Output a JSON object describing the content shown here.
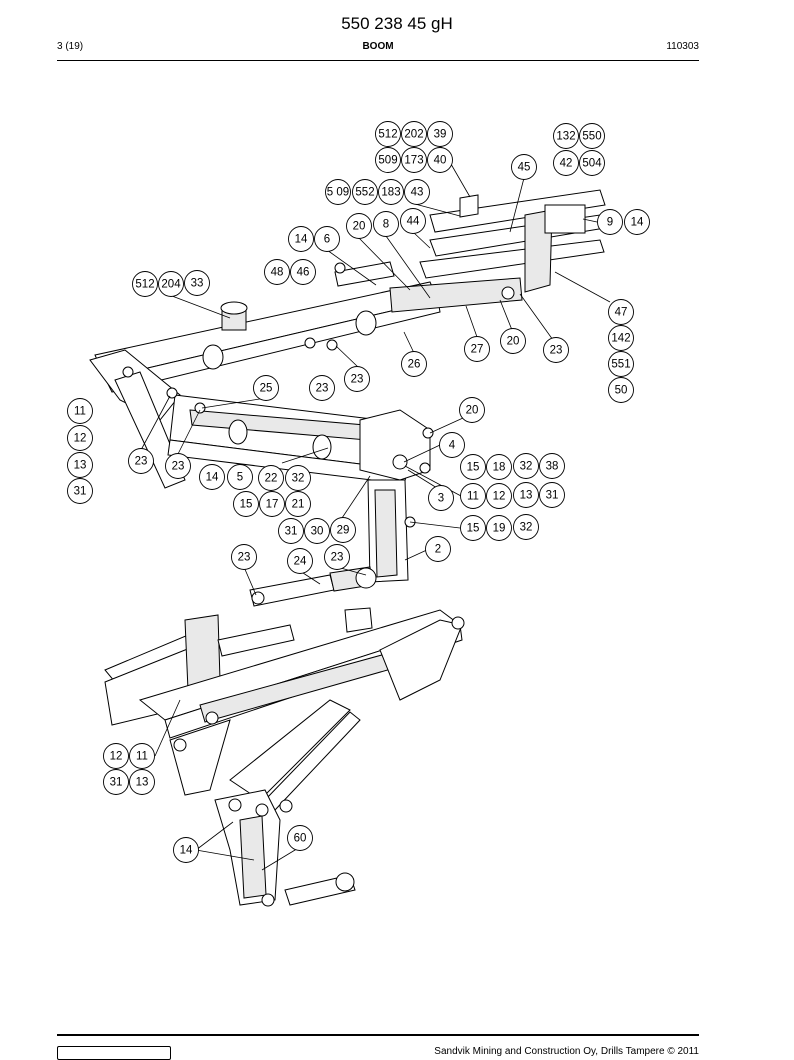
{
  "header": {
    "title": "550 238 45 gH",
    "page": "3 (19)",
    "section": "BOOM",
    "date_code": "110303"
  },
  "footer": {
    "copyright": "Sandvik Mining and Construction Oy, Drills Tampere © 2011"
  },
  "callouts": [
    "512",
    "202",
    "39",
    "132",
    "550",
    "509",
    "173",
    "40",
    "42",
    "504",
    "45",
    "5 09",
    "552",
    "183",
    "43",
    "9",
    "14",
    "20",
    "8",
    "44",
    "14",
    "6",
    "48",
    "46",
    "512",
    "204",
    "33",
    "47",
    "142",
    "551",
    "50",
    "27",
    "20",
    "23",
    "26",
    "25",
    "23",
    "23",
    "11",
    "12",
    "13",
    "31",
    "20",
    "4",
    "23",
    "23",
    "14",
    "5",
    "22",
    "32",
    "15",
    "18",
    "32",
    "38",
    "15",
    "17",
    "21",
    "3",
    "11",
    "12",
    "13",
    "31",
    "31",
    "30",
    "29",
    "15",
    "19",
    "32",
    "2",
    "23",
    "24",
    "23",
    "12",
    "11",
    "31",
    "13",
    "60",
    "14"
  ]
}
